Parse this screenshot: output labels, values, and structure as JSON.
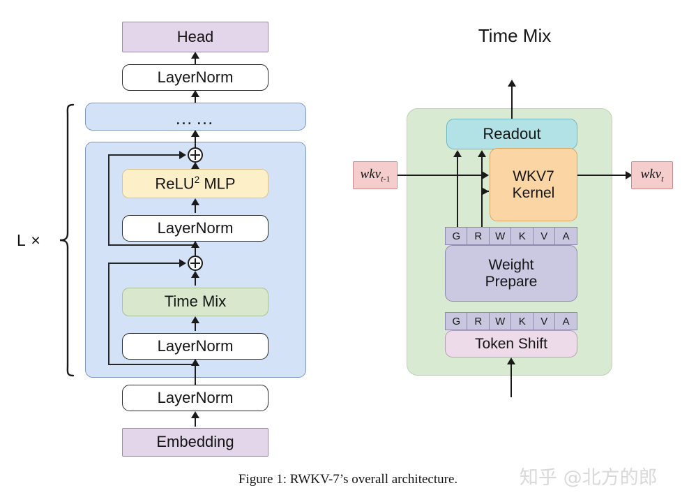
{
  "figure": {
    "caption": "Figure 1: RWKV-7’s overall architecture.",
    "watermark": "知乎 @北方的郎"
  },
  "left_column": {
    "repeat_label": "L ×",
    "ellipsis": "……",
    "blocks": {
      "head": "Head",
      "layernorm_top": "LayerNorm",
      "mlp": "ReLU² MLP",
      "mlp_base": "ReLU",
      "mlp_exp": "2",
      "mlp_tail": " MLP",
      "layernorm_mlp": "LayerNorm",
      "time_mix": "Time Mix",
      "layernorm_timemix": "LayerNorm",
      "layernorm_embed": "LayerNorm",
      "embedding": "Embedding"
    }
  },
  "right_panel": {
    "title": "Time Mix",
    "blocks": {
      "readout": "Readout",
      "wkv7_kernel_line1": "WKV7",
      "wkv7_kernel_line2": "Kernel",
      "weight_prepare_line1": "Weight",
      "weight_prepare_line2": "Prepare",
      "token_shift": "Token Shift"
    },
    "gate_cells": [
      "G",
      "R",
      "W",
      "K",
      "V",
      "A"
    ],
    "state_in": {
      "base": "wkv",
      "sub_var": "t",
      "sub_rest": "-1"
    },
    "state_out": {
      "base": "wkv",
      "sub_var": "t",
      "sub_rest": ""
    }
  },
  "colors": {
    "purple": "#e4d6ea",
    "block_blue": "#d3e2f7",
    "yellow": "#fdf0c8",
    "green": "#d9e8cd",
    "panel_green": "#d9ead3",
    "teal": "#b2e2e6",
    "orange": "#fbd6a4",
    "lavender": "#c9c6e0",
    "pink": "#eedbea",
    "red": "#f6cdcd",
    "line": "#1a1a1a"
  }
}
